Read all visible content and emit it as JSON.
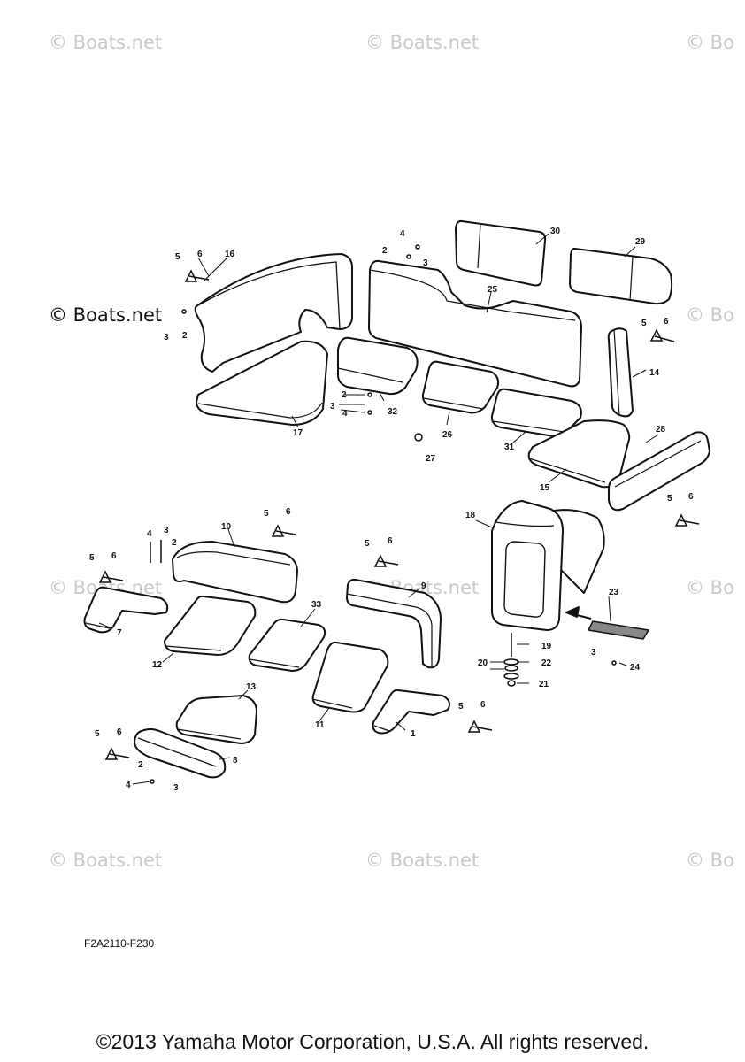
{
  "watermark": "© Boats.net",
  "watermark_partial": "© Bo",
  "diagram_code": "F2A2110-F230",
  "copyright": "©2013 Yamaha Motor Corporation, U.S.A. All rights reserved.",
  "callouts": [
    "1",
    "2",
    "3",
    "4",
    "5",
    "6",
    "7",
    "8",
    "9",
    "10",
    "11",
    "12",
    "13",
    "14",
    "15",
    "16",
    "17",
    "18",
    "19",
    "20",
    "21",
    "22",
    "23",
    "24",
    "25",
    "26",
    "27",
    "28",
    "29",
    "30",
    "31",
    "32",
    "33"
  ],
  "colors": {
    "line": "#111111",
    "fill": "#ffffff",
    "watermark": "#c9c9c9"
  }
}
